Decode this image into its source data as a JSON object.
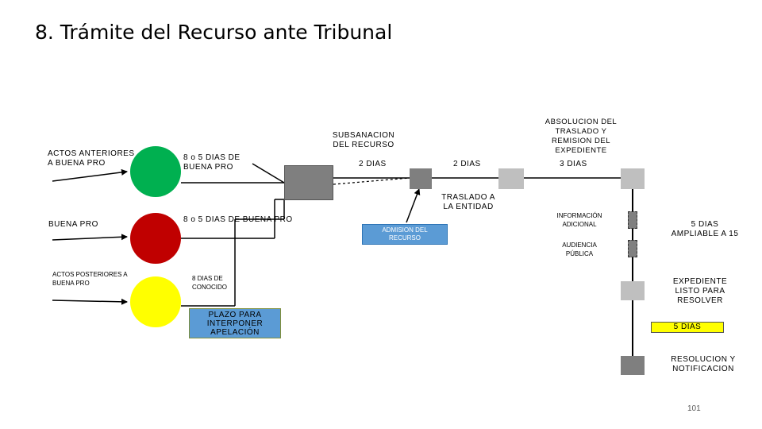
{
  "title": "8.   Trámite del Recurso ante Tribunal",
  "left_flow": {
    "labels": {
      "actos_anteriores": "ACTOS ANTERIORES A BUENA PRO",
      "buena_pro": "BUENA PRO",
      "actos_posteriores": "ACTOS POSTERIORES A BUENA PRO"
    },
    "circle_colors": {
      "green": "#00b050",
      "red": "#c00000",
      "yellow": "#ffff00"
    },
    "deadlines": {
      "green": "8 o 5 DIAS DE BUENA  PRO",
      "red": "8 o 5 DIAS DE BUENA PRO",
      "yellow": "8 DIAS DE CONOCIDO"
    },
    "plazo_box": "PLAZO PARA INTERPONER APELACIÓN"
  },
  "middle_flow": {
    "subsanacion": "SUBSANACION DEL RECURSO",
    "dos_dias_1": "2 DIAS",
    "dos_dias_2": "2 DIAS",
    "traslado": "TRASLADO A LA ENTIDAD",
    "admision_box": "ADMISION DEL RECURSO"
  },
  "right_flow": {
    "absolucion": "ABSOLUCION DEL TRASLADO Y REMISION DEL EXPEDIENTE",
    "tres_dias": "3 DIAS",
    "informacion_adicional": "INFORMACIÓN ADICIONAL",
    "audiencia_publica": "AUDIENCIA PÚBLICA",
    "cinco_dias_ampliable": "5 DIAS AMPLIABLE A 15",
    "expediente_listo": "EXPEDIENTE LISTO PARA RESOLVER",
    "cinco_dias": "5 DIAS",
    "resolucion": "RESOLUCION Y NOTIFICACION"
  },
  "page_number": "101",
  "colors": {
    "dark_gray": "#7f7f7f",
    "light_gray": "#bfbfbf",
    "accent_blue": "#5b9bd5"
  }
}
